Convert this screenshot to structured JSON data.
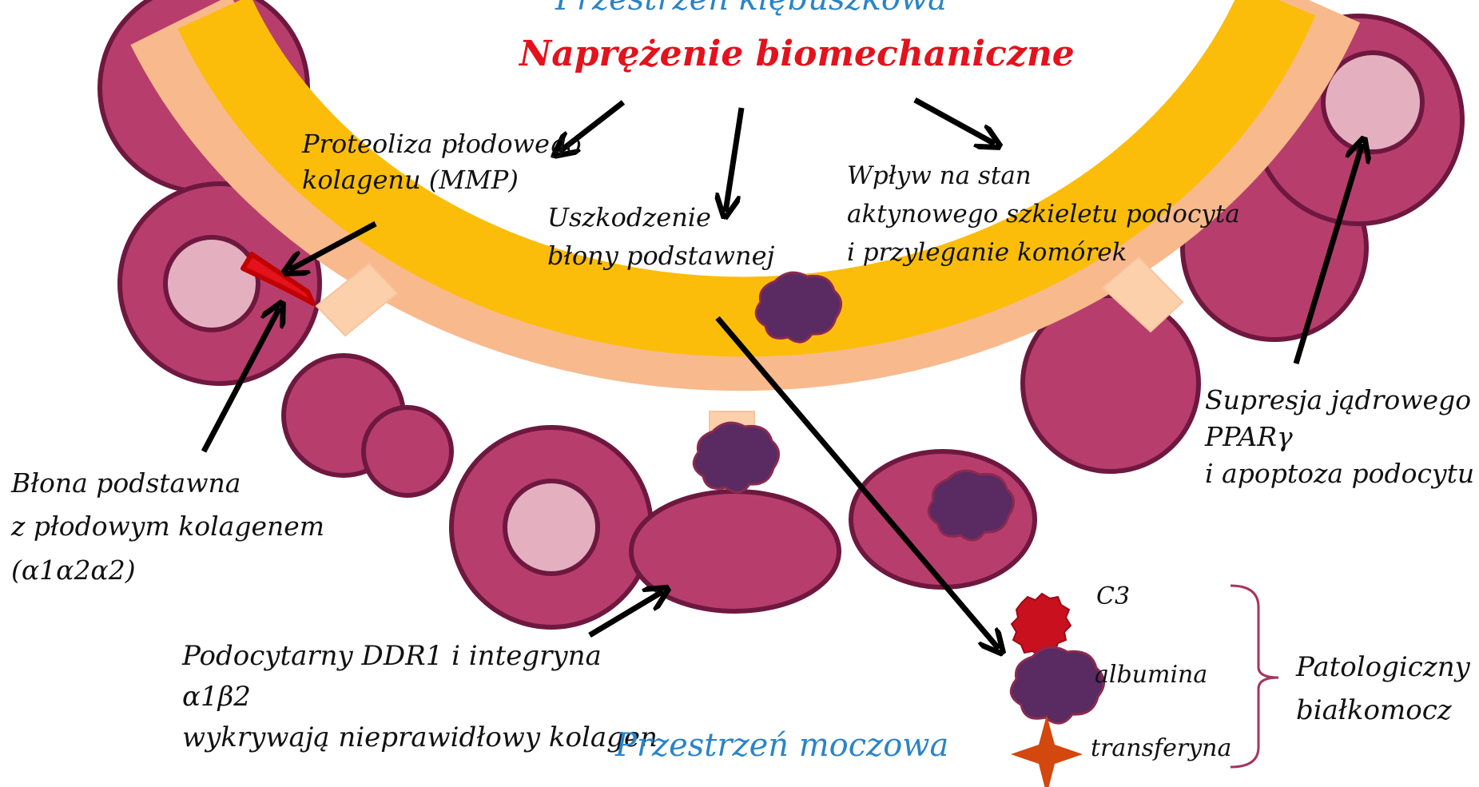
{
  "diagram": {
    "title_top": "Przestrzeń kłębuszkowa",
    "title": "Naprężenie biomechaniczne",
    "labels": {
      "proteoliza": [
        "Proteoliza płodowego",
        "kolagenu (MMP)"
      ],
      "uszkodzenie": [
        "Uszkodzenie",
        "błony podstawnej"
      ],
      "wplyw": [
        "Wpływ na stan",
        "aktynowego szkieletu podocyta",
        "i przyleganie komórek"
      ],
      "supresja": [
        "Supresja jądrowego",
        "PPARγ",
        "i apoptoza podocytu"
      ],
      "blona": [
        "Błona podstawna",
        "z płodowym kolagenem",
        "(α1α2α2)"
      ],
      "podocytarny": [
        "Podocytarny DDR1 i integryna",
        "α1β2",
        "wykrywają nieprawidłowy kolagen"
      ],
      "przestrzen": "Przestrzeń moczowa"
    },
    "legend": {
      "items": [
        {
          "label": "C3",
          "icon": "c3-blob-icon"
        },
        {
          "label": "albumina",
          "icon": "albumin-blob-icon"
        },
        {
          "label": "transferyna",
          "icon": "transferrin-star-icon"
        }
      ],
      "group_label": [
        "Patologiczny",
        "białkomocz"
      ]
    },
    "colors": {
      "gbm": "#fbbd0a",
      "endothelium": "#f8b98c",
      "podocyte": "#b73e6c",
      "podocyte_outline": "#6e1840",
      "nucleus": "#e4b0c0",
      "albumin": "#5a2a62",
      "c3": "#c8101e",
      "transferrin": "#d2480e",
      "title_red": "#e3121c",
      "title_blue": "#2a84c8",
      "arrow": "#000000"
    }
  }
}
